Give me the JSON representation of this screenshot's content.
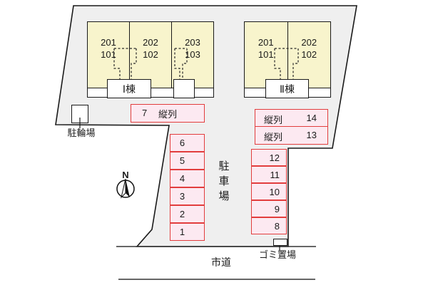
{
  "site_plan": {
    "buildings": [
      {
        "label": "Ⅰ棟",
        "units": [
          {
            "upper": "201",
            "lower": "101"
          },
          {
            "upper": "202",
            "lower": "102"
          },
          {
            "upper": "203",
            "lower": "103"
          }
        ]
      },
      {
        "label": "Ⅱ棟",
        "units": [
          {
            "upper": "201",
            "lower": "101"
          },
          {
            "upper": "202",
            "lower": "102"
          }
        ]
      }
    ],
    "parking": {
      "space7": {
        "number": "7",
        "type": "縦列"
      },
      "center_column": [
        "6",
        "5",
        "4",
        "3",
        "2",
        "1"
      ],
      "right_tandem": [
        {
          "type": "縦列",
          "number": "14"
        },
        {
          "type": "縦列",
          "number": "13"
        }
      ],
      "right_column": [
        "12",
        "11",
        "10",
        "9",
        "8"
      ]
    },
    "labels": {
      "bicycle_parking": "駐輪場",
      "parking_lot": "駐車場",
      "garbage_area": "ゴミ置場",
      "city_road": "市道",
      "compass_north": "N"
    },
    "colors": {
      "site_fill": "#efefef",
      "building_fill": "#f8f4cc",
      "space_fill": "#fce9f1",
      "space_border": "#e23d3d"
    }
  }
}
